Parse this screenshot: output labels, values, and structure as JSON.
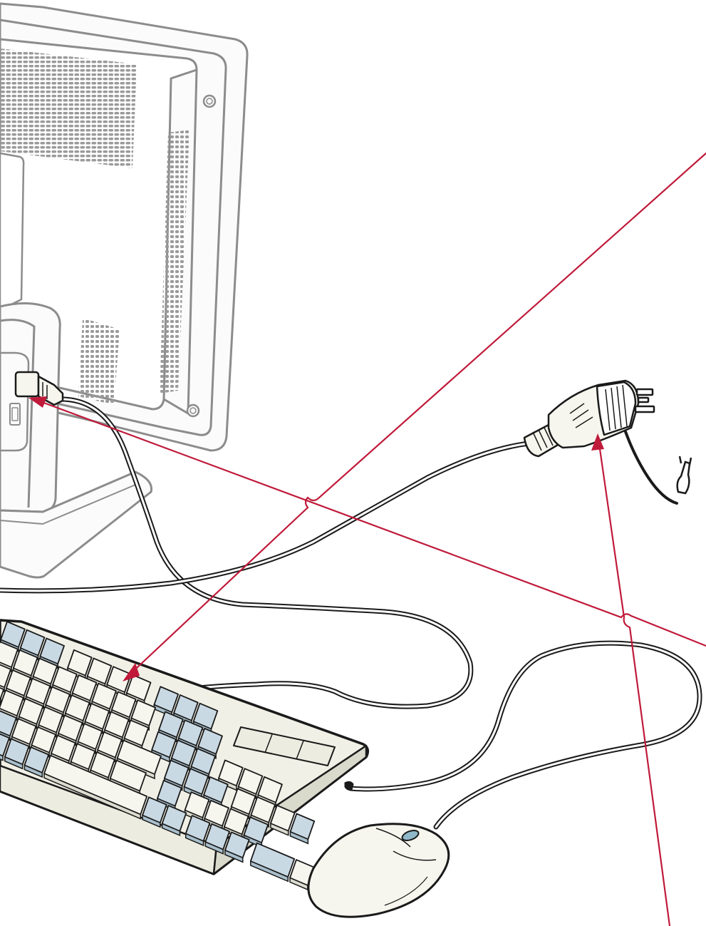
{
  "title": "",
  "colors": {
    "background": "#ffffff",
    "monitor_line": "#8c8c8c",
    "monitor_fill": "#fbfbfb",
    "cable_outline": "#1a1a1a",
    "cable_fill": "#ffffff",
    "callout_line": "#c01a3a",
    "key_light": "#f6f6ee",
    "key_blue": "#c9d9e4",
    "keyboard_body": "#f0f0e6",
    "mouse_fill": "#f6f6ee",
    "mouse_wheel": "#8fb8c8"
  },
  "components": [
    {
      "id": "monitor",
      "icon": "lcd-monitor-rear-icon"
    },
    {
      "id": "monitor-power-connector",
      "icon": "iec-connector-icon"
    },
    {
      "id": "keyboard",
      "icon": "keyboard-icon"
    },
    {
      "id": "mouse",
      "icon": "mouse-icon"
    },
    {
      "id": "ac-power-plug",
      "icon": "three-prong-plug-icon"
    },
    {
      "id": "ground-wire",
      "icon": "ground-lug-icon"
    }
  ],
  "callouts": [
    {
      "id": "callout-keyboard",
      "target": "keyboard",
      "arrow": true
    },
    {
      "id": "callout-power-connector",
      "target": "monitor-power-connector",
      "arrow": true
    },
    {
      "id": "callout-power-plug",
      "target": "ac-power-plug",
      "arrow": true
    }
  ]
}
